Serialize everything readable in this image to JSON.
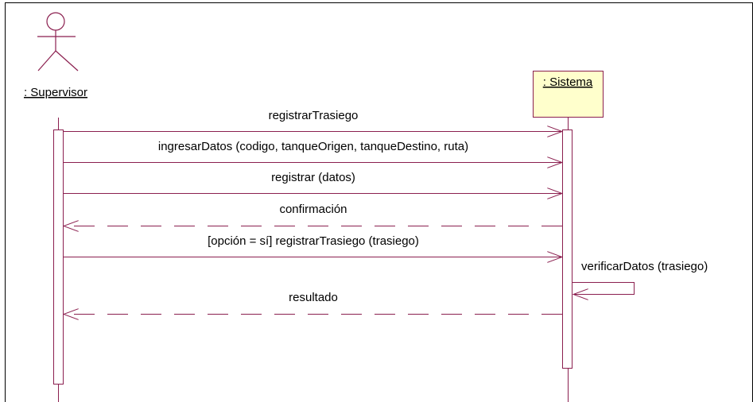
{
  "diagram": {
    "type": "sequence",
    "colors": {
      "line": "#8b1f4f",
      "frame": "#000000",
      "object_fill": "#ffffcc",
      "text": "#000000",
      "background": "#ffffff"
    },
    "actor": {
      "label": ": Supervisor",
      "kind": "actor"
    },
    "object": {
      "label": ": Sistema",
      "kind": "object"
    },
    "messages": [
      {
        "label": "registrarTrasiego",
        "from": "actor",
        "to": "object",
        "style": "solid"
      },
      {
        "label": "ingresarDatos (codigo, tanqueOrigen, tanqueDestino, ruta)",
        "from": "actor",
        "to": "object",
        "style": "solid"
      },
      {
        "label": "registrar (datos)",
        "from": "actor",
        "to": "object",
        "style": "solid"
      },
      {
        "label": "confirmación",
        "from": "object",
        "to": "actor",
        "style": "dashed"
      },
      {
        "label": "[opción = sí] registrarTrasiego (trasiego)",
        "from": "actor",
        "to": "object",
        "style": "solid"
      },
      {
        "label": "verificarDatos (trasiego)",
        "from": "object",
        "to": "object",
        "style": "self"
      },
      {
        "label": "resultado",
        "from": "object",
        "to": "actor",
        "style": "dashed"
      }
    ]
  }
}
